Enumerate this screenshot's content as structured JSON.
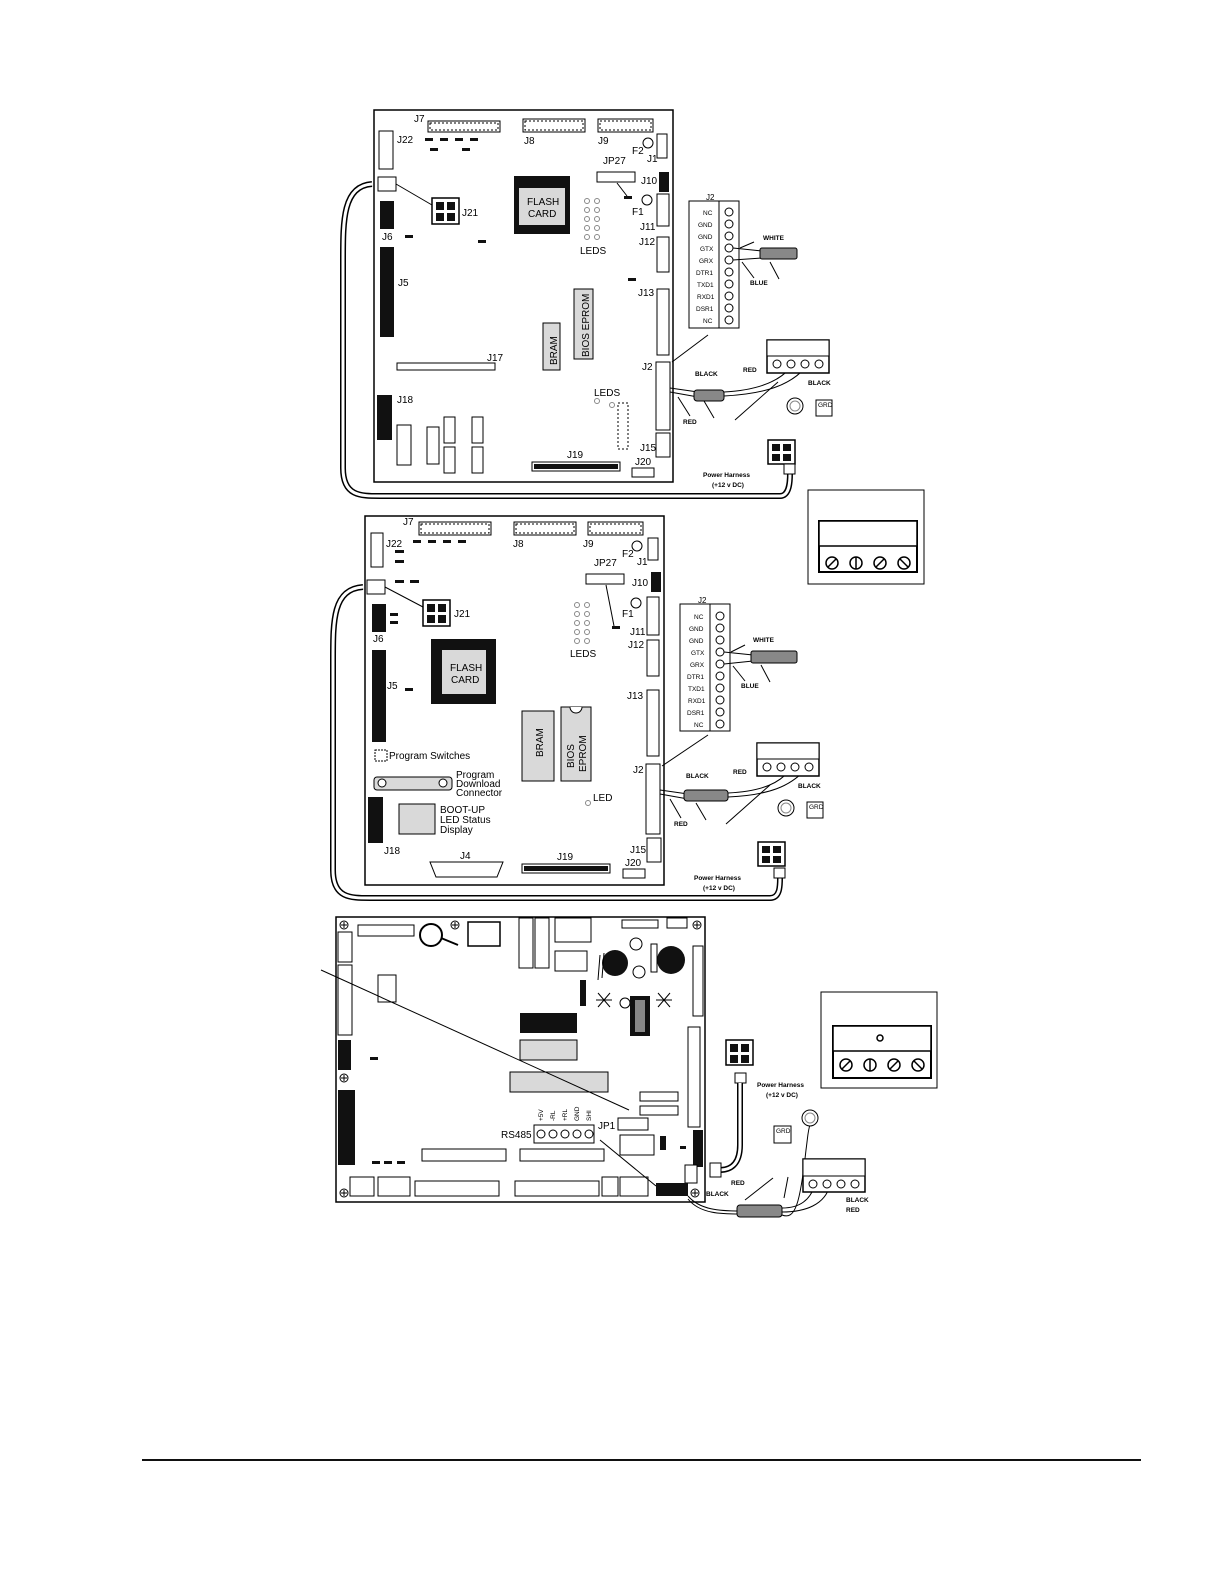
{
  "board1": {
    "connectors": {
      "j7": "J7",
      "j8": "J8",
      "j9": "J9",
      "j22": "J22",
      "jp27": "JP27",
      "f2": "F2",
      "j1": "J1",
      "j10": "J10",
      "f1": "F1",
      "j11": "J11",
      "j12": "J12",
      "j21": "J21",
      "j6": "J6",
      "j5": "J5",
      "j13": "J13",
      "j17": "J17",
      "j2": "J2",
      "j18": "J18",
      "j15": "J15",
      "j19": "J19",
      "j20": "J20"
    },
    "flash_card": [
      "FLASH",
      "CARD"
    ],
    "leds_top": "LEDS",
    "leds_bottom": "LEDS",
    "bram": "BRAM",
    "bios": "BIOS EPROM"
  },
  "board2": {
    "connectors": {
      "j7": "J7",
      "j8": "J8",
      "j9": "J9",
      "j22": "J22",
      "jp27": "JP27",
      "f2": "F2",
      "j1": "J1",
      "j10": "J10",
      "f1": "F1",
      "j11": "J11",
      "j12": "J12",
      "j21": "J21",
      "j6": "J6",
      "j5": "J5",
      "j13": "J13",
      "j2": "J2",
      "j18": "J18",
      "j4": "J4",
      "j19": "J19",
      "j15": "J15",
      "j20": "J20"
    },
    "flash_card": [
      "FLASH",
      "CARD"
    ],
    "leds": "LEDS",
    "led": "LED",
    "bram": "BRAM",
    "bios": [
      "BIOS",
      "EPROM"
    ],
    "program_switches": "Program Switches",
    "download": [
      "Program",
      "Download",
      "Connector"
    ],
    "bootup": [
      "BOOT-UP",
      "LED Status",
      "Display"
    ]
  },
  "board3": {
    "rs485": "RS485",
    "jp1": "JP1",
    "pins": [
      "+5V",
      "-RL",
      "+RL",
      "GND",
      "SHI"
    ]
  },
  "j2_detail": {
    "title": "J2",
    "pins": [
      "NC",
      "GND",
      "GND",
      "GTX",
      "GRX",
      "DTR1",
      "TXD1",
      "RXD1",
      "DSR1",
      "NC"
    ],
    "white": "WHITE",
    "blue": "BLUE"
  },
  "wiring": {
    "black": "BLACK",
    "red": "RED",
    "grd": "GRD",
    "power_harness": [
      "Power Harness",
      "(+12 v DC)"
    ]
  },
  "colors": {
    "board_stroke": "#000000",
    "chip_fill": "#d9d9d9",
    "dark": "#111111",
    "cable": "#888888"
  }
}
